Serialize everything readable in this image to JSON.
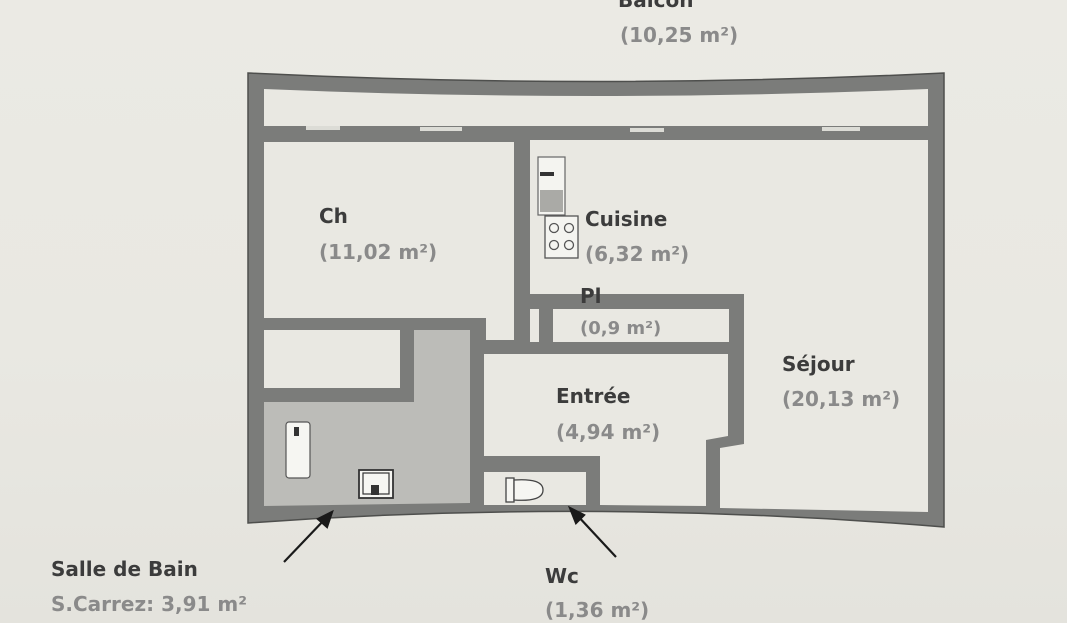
{
  "colors": {
    "wall": "#7b7c7a",
    "wall_edge": "#4e4f4d",
    "room_floor": "#e9e8e2",
    "bathroom_floor": "#bcbcb8",
    "label_name": "#3c3c3c",
    "label_area": "#8a8a8a"
  },
  "rooms": {
    "balcon": {
      "name": "Balcon",
      "area": "(10,25 m²)"
    },
    "chambre": {
      "name": "Ch",
      "area": "(11,02 m²)"
    },
    "cuisine": {
      "name": "Cuisine",
      "area": "(6,32 m²)"
    },
    "placard": {
      "name": "Pl",
      "area": "(0,9 m²)"
    },
    "sejour": {
      "name": "Séjour",
      "area": "(20,13 m²)"
    },
    "entree": {
      "name": "Entrée",
      "area": "(4,94 m²)"
    },
    "salle_de_bain": {
      "name": "Salle de Bain",
      "area": "S.Carrez: 3,91 m²"
    },
    "wc": {
      "name": "Wc",
      "area": "(1,36 m²)"
    }
  },
  "fixtures": [
    "stove-icon",
    "sink-icon",
    "bathtub-icon",
    "washbasin-icon",
    "toilet-icon"
  ]
}
